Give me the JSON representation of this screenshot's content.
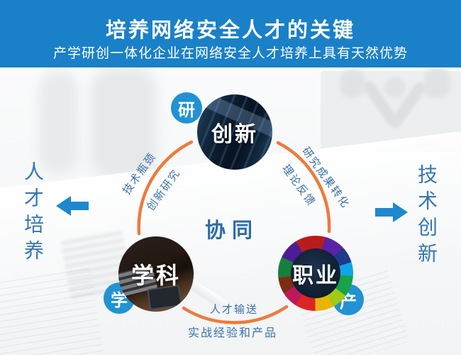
{
  "header": {
    "title": "培养网络安全人才的关键",
    "subtitle": "产学研创一体化企业在网络安全人才培养上具有天然优势"
  },
  "diagram": {
    "center_label": "协同",
    "nodes": [
      {
        "id": "innovation",
        "badge": "研",
        "label": "创新"
      },
      {
        "id": "discipline",
        "badge": "学",
        "label": "学科"
      },
      {
        "id": "career",
        "badge": "产",
        "label": "职业"
      }
    ],
    "edge_labels": {
      "left_outer": "技术瓶颈",
      "left_inner": "创新研究",
      "right_outer": "研究成果转化",
      "right_inner": "理论反馈",
      "bottom_inner": "人才输送",
      "bottom_outer": "实战经验和产品"
    },
    "side_labels": {
      "left": "人才培养",
      "right": "技术创新"
    },
    "colors": {
      "header_bg": "#1A80C8",
      "badge_blue": "#2192D3",
      "arrow_blue": "#1E88CE",
      "arc_orange": "#ED7B3C",
      "edge_label_blue": "#3B70A9",
      "side_label_blue": "#3677B0",
      "center_label_blue": "#2E6CA6"
    }
  }
}
